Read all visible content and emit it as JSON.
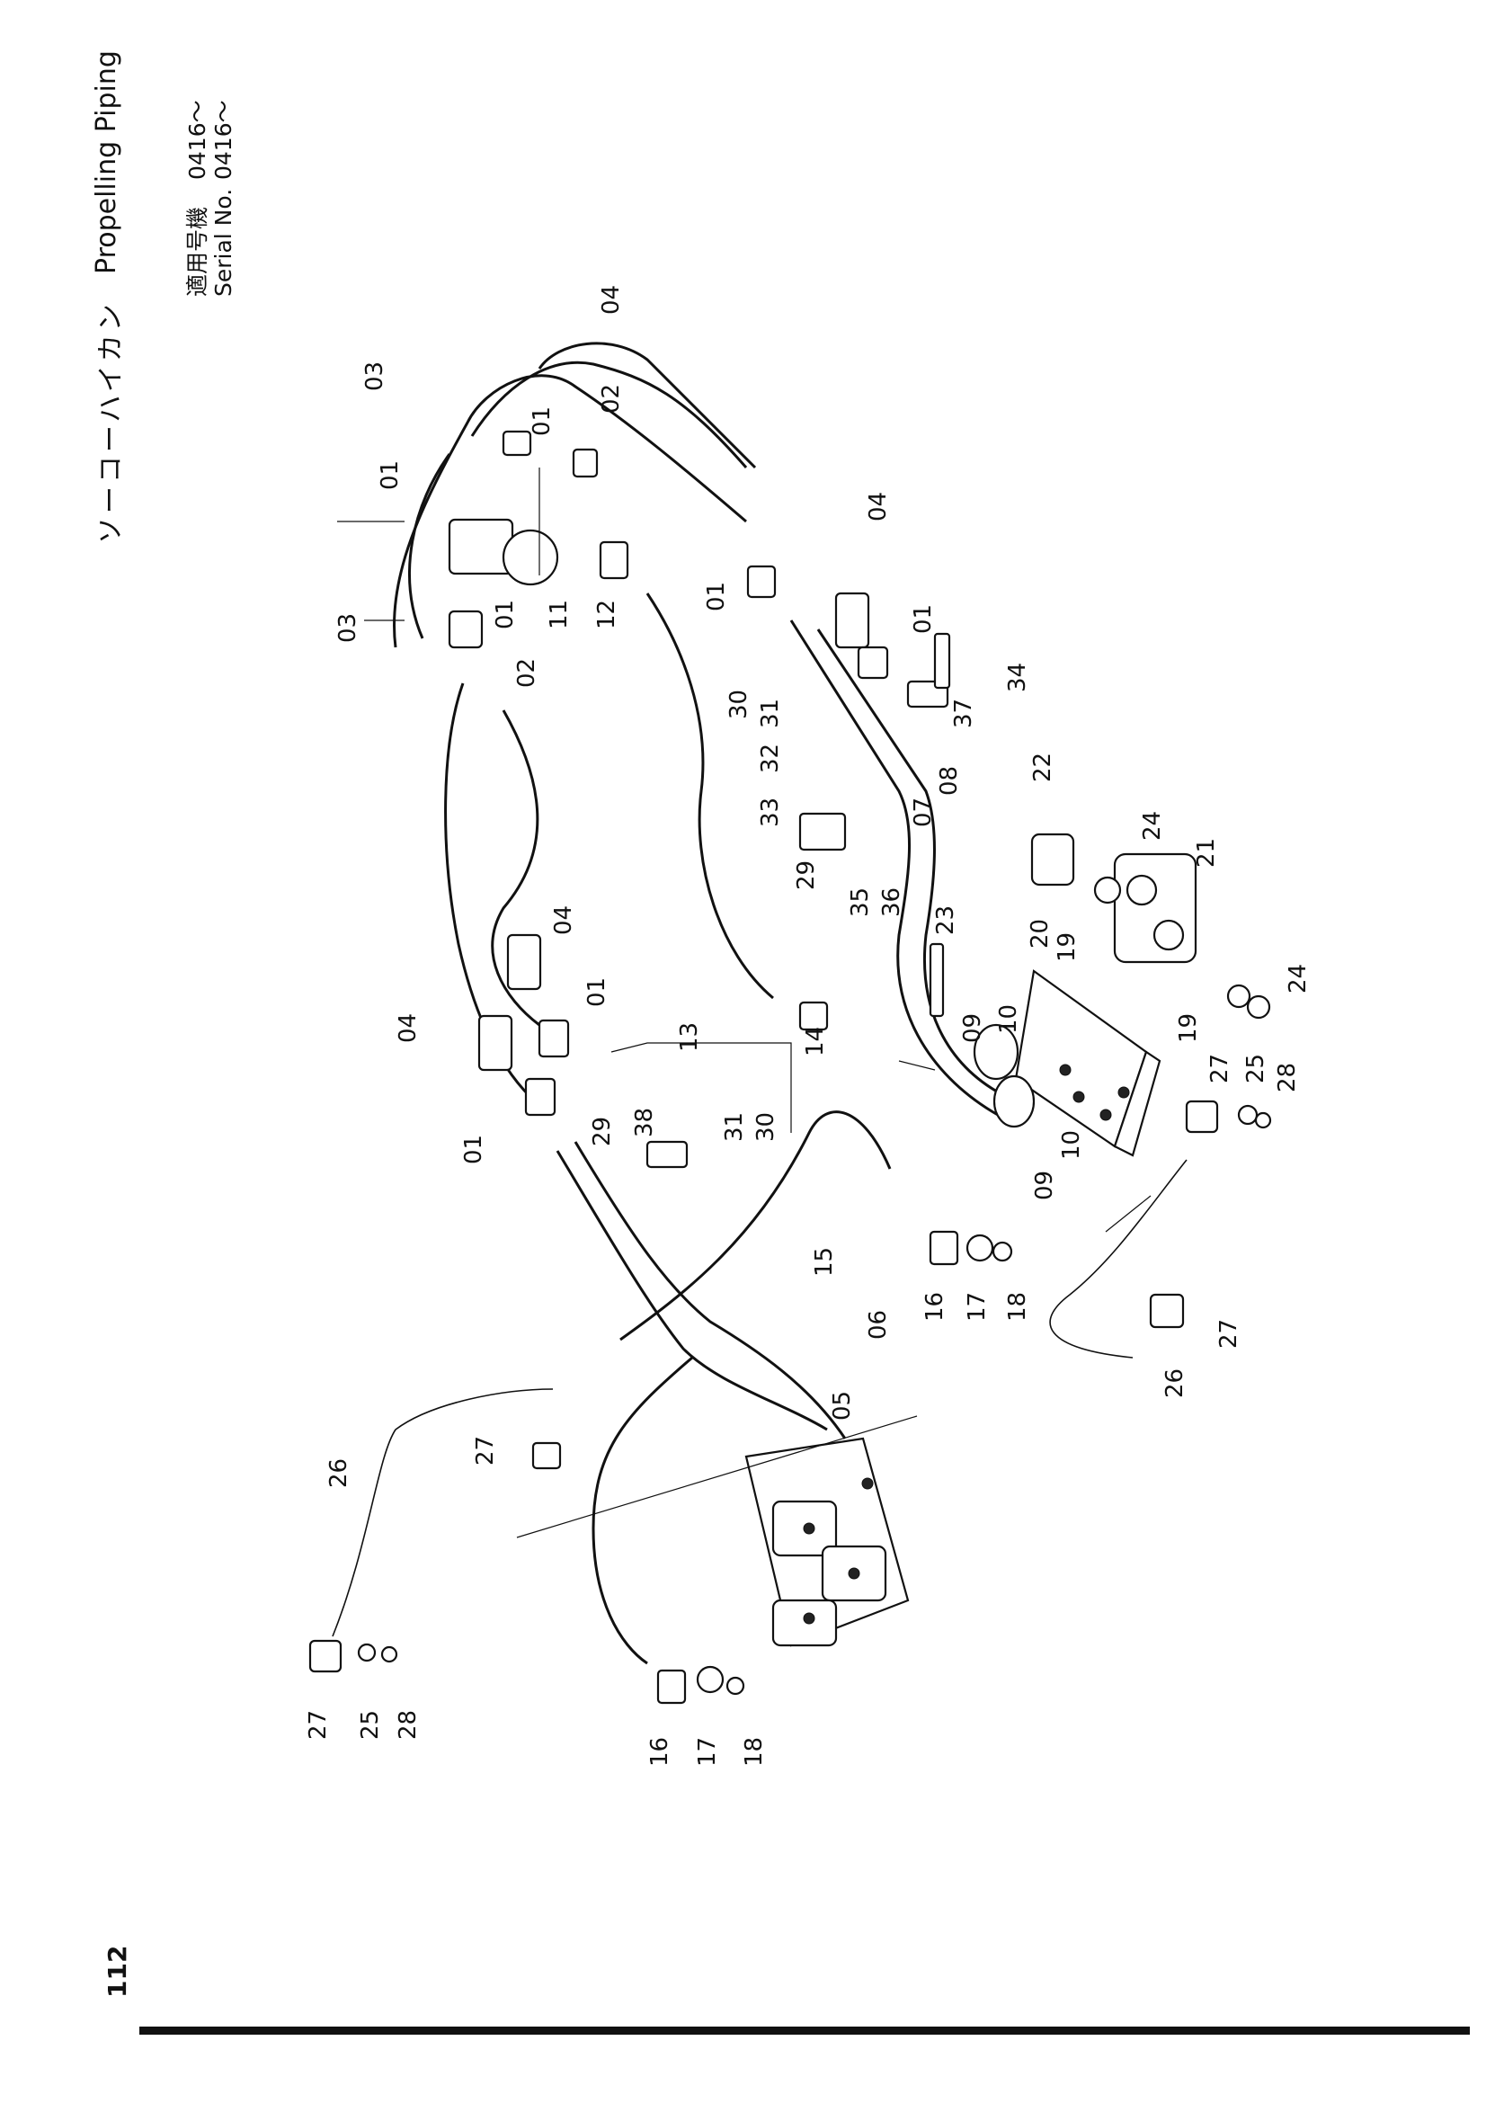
{
  "header": {
    "title_jp": "ソーコーハイカン",
    "title_en": "Propelling Piping",
    "serial_rows": [
      {
        "label": "適用号機",
        "value": "0416～"
      },
      {
        "label": "Serial No.",
        "value": "0416～"
      }
    ]
  },
  "page_number": "112",
  "callouts": [
    "01",
    "01",
    "01",
    "01",
    "01",
    "01",
    "01",
    "02",
    "02",
    "03",
    "03",
    "04",
    "04",
    "04",
    "04",
    "05",
    "06",
    "07",
    "08",
    "09",
    "09",
    "10",
    "10",
    "11",
    "12",
    "13",
    "14",
    "15",
    "16",
    "16",
    "17",
    "17",
    "18",
    "18",
    "19",
    "19",
    "20",
    "21",
    "22",
    "23",
    "24",
    "24",
    "25",
    "25",
    "26",
    "26",
    "27",
    "27",
    "27",
    "27",
    "28",
    "28",
    "29",
    "29",
    "30",
    "30",
    "31",
    "31",
    "32",
    "33",
    "34",
    "35",
    "36",
    "37",
    "38"
  ]
}
